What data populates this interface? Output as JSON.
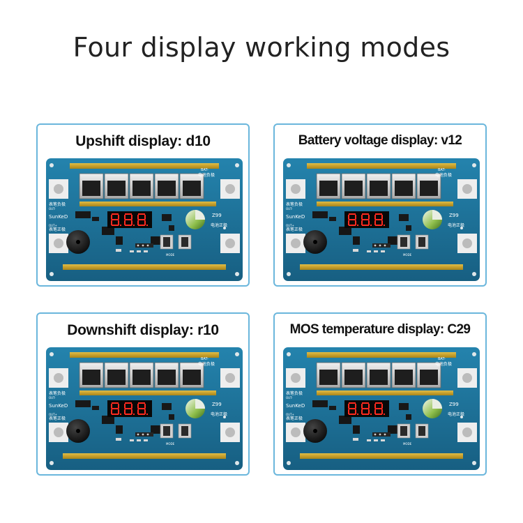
{
  "page": {
    "title": "Four display working modes"
  },
  "board_labels": {
    "model": "Z99",
    "brand": "SunKeD",
    "pen_negative": "表笔负极",
    "pen_negative_code": "OUT-",
    "pen_positive": "表笔正极",
    "pen_positive_code": "OUT+",
    "battery_negative": "电池负极",
    "battery_negative_code": "BAT-",
    "battery_positive": "电池正极",
    "mode_label": "MODE"
  },
  "modes": [
    {
      "title": "Upshift display: d10"
    },
    {
      "title": "Battery voltage display: v12"
    },
    {
      "title": "Downshift display: r10"
    },
    {
      "title": "MOS temperature display: C29"
    }
  ],
  "colors": {
    "card_border": "#6ab6dc",
    "pcb": "#1b6f95",
    "gold_strip": "#c9a227",
    "led_red": "#ff2a1f"
  }
}
